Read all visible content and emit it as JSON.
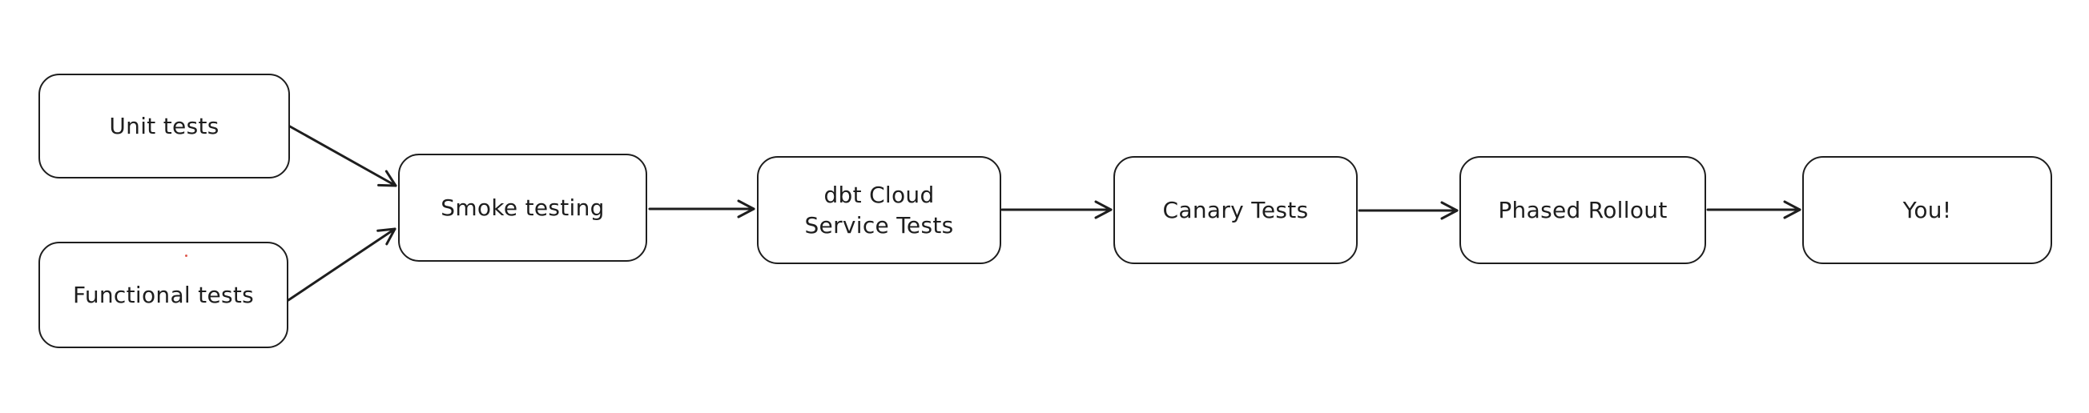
{
  "diagram": {
    "colors": {
      "background": "#ffffff",
      "stroke": "#1e1e1e",
      "text": "#1e1e1e",
      "dot": "#e05a4e"
    },
    "nodes": [
      {
        "id": "unit-tests",
        "label": "Unit tests"
      },
      {
        "id": "functional-tests",
        "label": "Functional tests"
      },
      {
        "id": "smoke-testing",
        "label": "Smoke testing"
      },
      {
        "id": "dbt-cloud-service-tests",
        "label": "dbt Cloud Service Tests",
        "lines": [
          "dbt Cloud",
          "Service Tests"
        ]
      },
      {
        "id": "canary-tests",
        "label": "Canary Tests"
      },
      {
        "id": "phased-rollout",
        "label": "Phased Rollout"
      },
      {
        "id": "you",
        "label": "You!"
      }
    ],
    "edges": [
      {
        "from": "unit-tests",
        "to": "smoke-testing"
      },
      {
        "from": "functional-tests",
        "to": "smoke-testing"
      },
      {
        "from": "smoke-testing",
        "to": "dbt-cloud-service-tests"
      },
      {
        "from": "dbt-cloud-service-tests",
        "to": "canary-tests"
      },
      {
        "from": "canary-tests",
        "to": "phased-rollout"
      },
      {
        "from": "phased-rollout",
        "to": "you"
      }
    ]
  }
}
